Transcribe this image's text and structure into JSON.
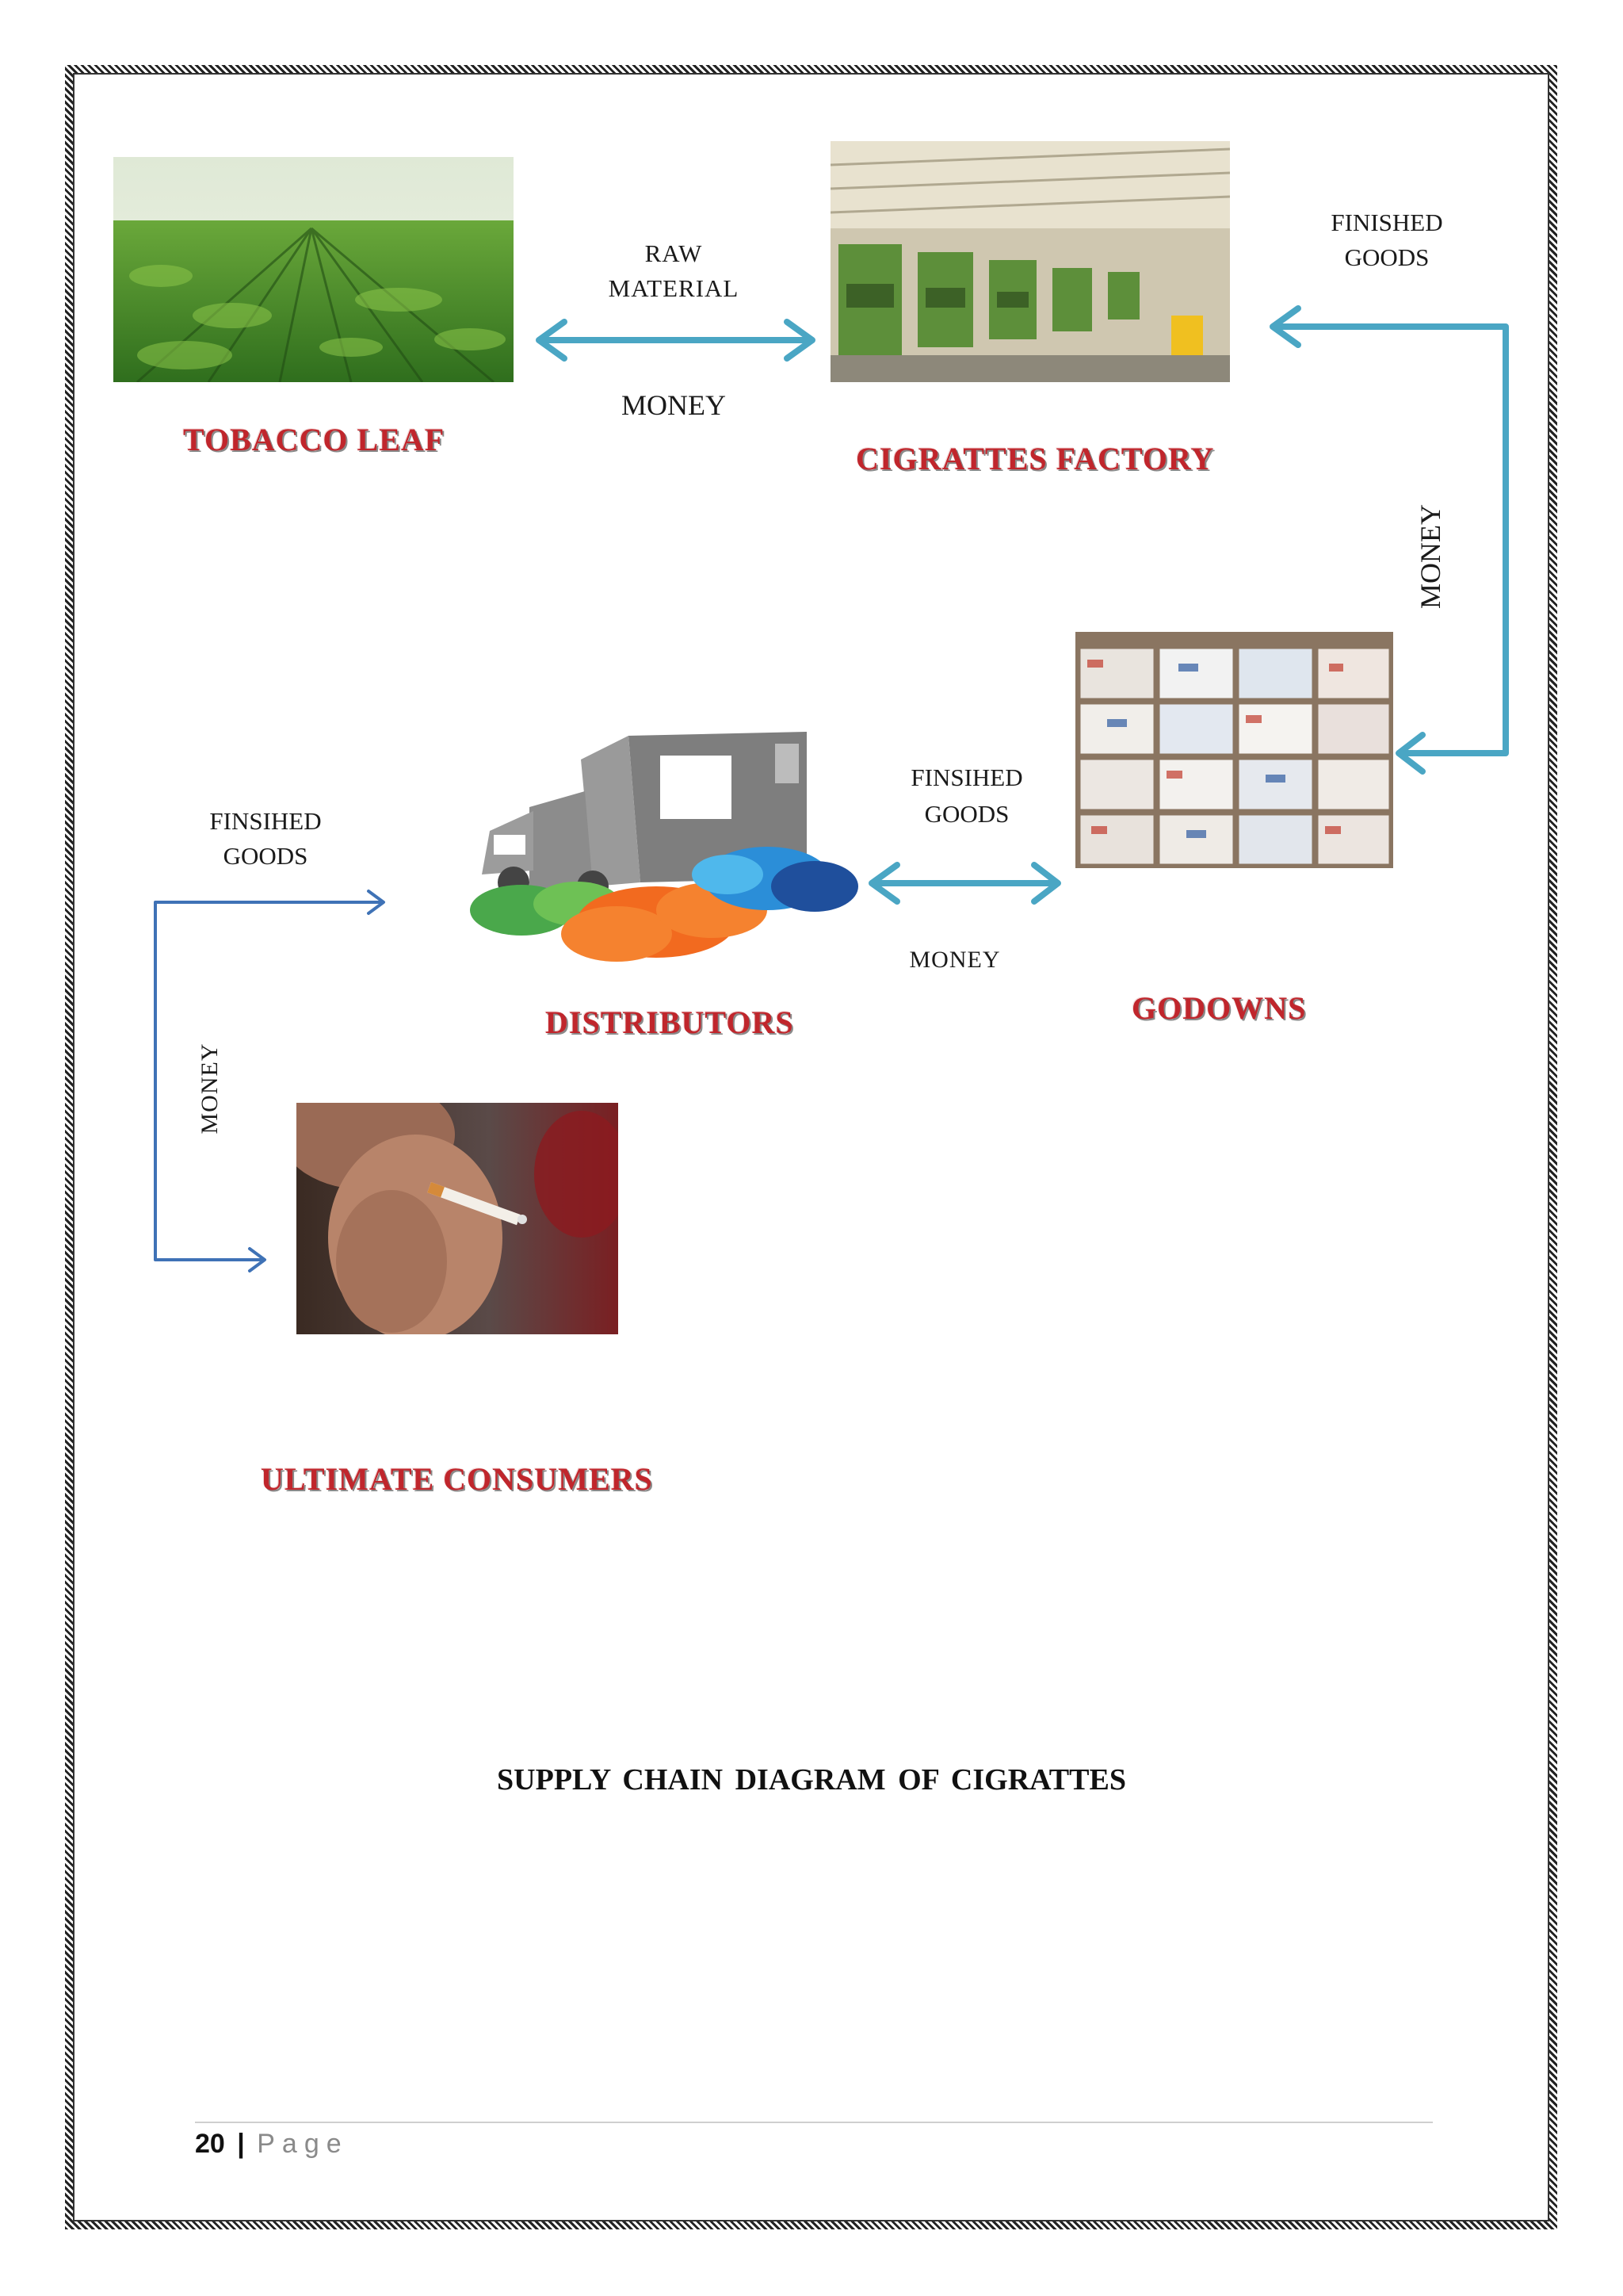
{
  "nodes": {
    "tobacco_leaf": "TOBACCO LEAF",
    "factory": "CIGRATTES FACTORY",
    "godowns": "GODOWNS",
    "distributors": "DISTRIBUTORS",
    "consumers": "ULTIMATE CONSUMERS"
  },
  "flows": {
    "raw_material_line1": "RAW",
    "raw_material_line2": "MATERIAL",
    "money_leaf_factory": "MONEY",
    "finished_goods_line1": "FINISHED",
    "finished_goods_line2": "GOODS",
    "money_factory_godown": "MONEY",
    "finsihed_goods_godown_line1": "FINSIHED",
    "finsihed_goods_godown_line2": "GOODS",
    "money_godown_distributor": "MONEY",
    "finsihed_goods_consumer_line1": "FINSIHED",
    "finsihed_goods_consumer_line2": "GOODS",
    "money_distributor_consumer": "MONEY"
  },
  "caption": "SUPPLY CHAIN DIAGRAM OF CIGRATTES",
  "footer": {
    "page_number": "20",
    "separator": "|",
    "page_word": "Page"
  },
  "colors": {
    "arrow_teal": "#4aa6c4",
    "arrow_blue": "#3f72b6",
    "label_red": "#c0262c"
  }
}
